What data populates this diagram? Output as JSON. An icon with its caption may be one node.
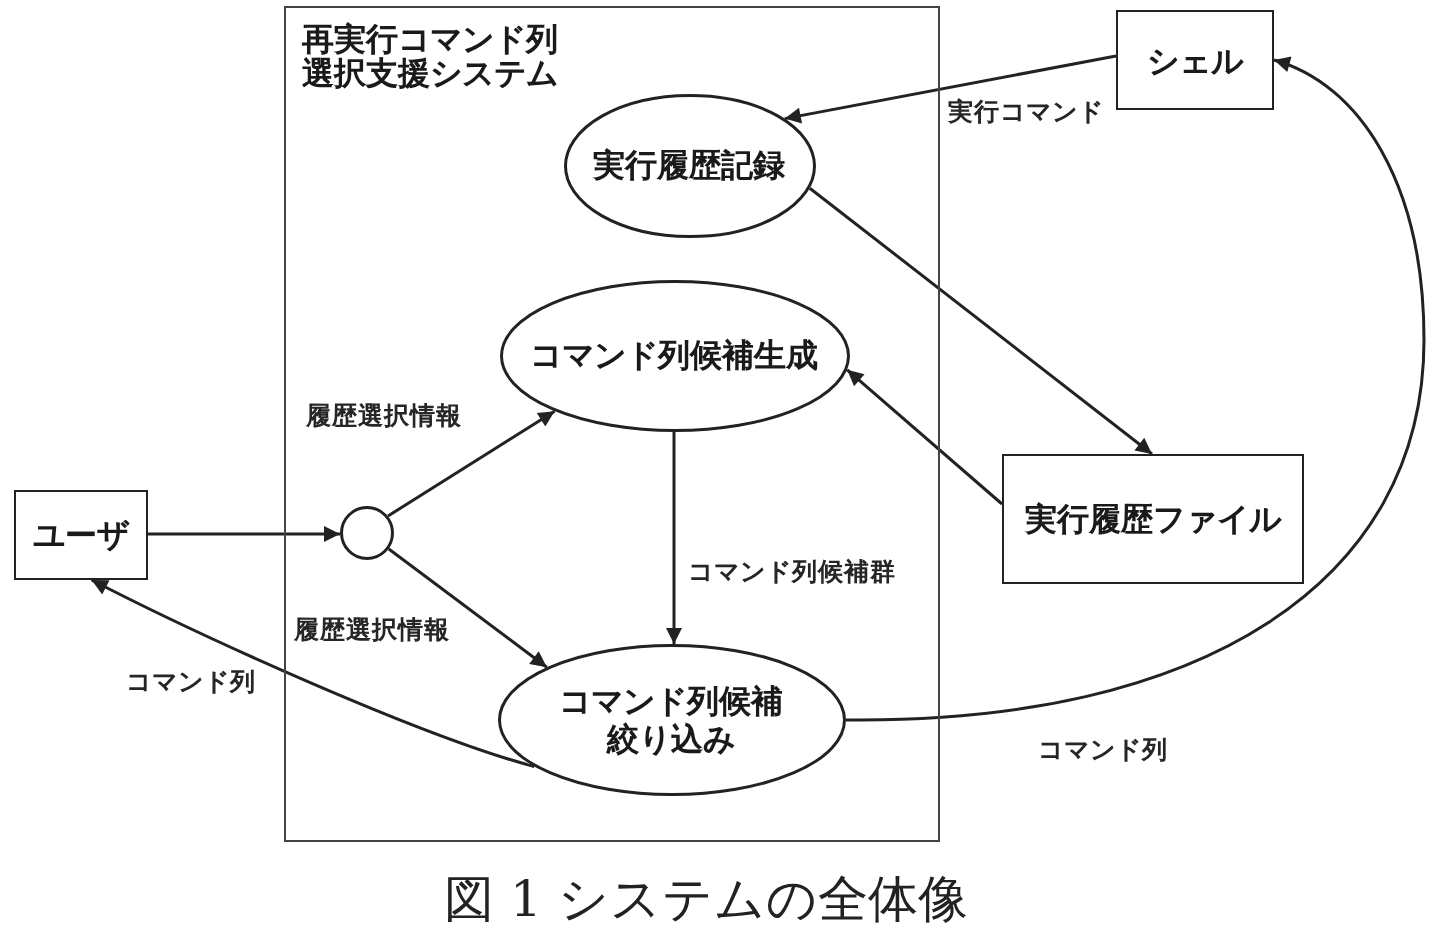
{
  "diagram": {
    "caption": "図 1 システムの全体像",
    "nodes": [
      {
        "text": [
          "再実行コマンド列選択支援システム"
        ]
      },
      {
        "text": [
          "実行履歴記録"
        ],
        "in": 0
      },
      {
        "text": [
          "コマンド列候補生成"
        ],
        "in": 0
      },
      {
        "text": [],
        "shape": "circle",
        "in": 0
      },
      {
        "text": [
          "コマンド列候補絞り込み"
        ],
        "in": 0
      },
      {
        "text": [
          "シェル"
        ]
      },
      {
        "text": [
          "実行履歴ファイル"
        ]
      },
      {
        "text": [
          "ユーザ"
        ]
      }
    ],
    "edges": [
      {
        "from": 5,
        "to": 1,
        "arrow": "to",
        "label": "実行コマンド"
      },
      {
        "from": 1,
        "to": 6,
        "arrow": "to"
      },
      {
        "from": 6,
        "to": 2,
        "arrow": "to"
      },
      {
        "from": 2,
        "to": 4,
        "arrow": "to",
        "label": "コマンド列候補群"
      },
      {
        "from": 7,
        "to": 3,
        "arrow": "to"
      },
      {
        "from": 3,
        "to": 2,
        "arrow": "to",
        "label": "履歴選択情報"
      },
      {
        "from": 3,
        "to": 4,
        "arrow": "to",
        "label": "履歴選択情報"
      },
      {
        "from": 4,
        "to": 7,
        "arrow": "to",
        "label": "コマンド列"
      },
      {
        "from": 4,
        "to": 5,
        "arrow": "to",
        "label": "コマンド列"
      }
    ]
  }
}
